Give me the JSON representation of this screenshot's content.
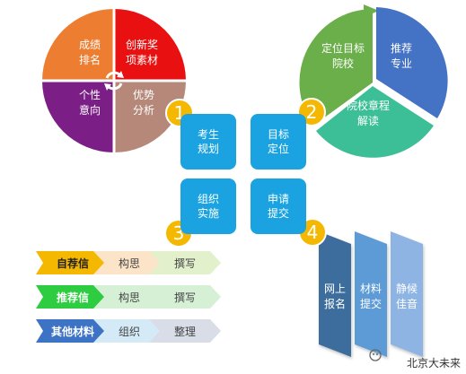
{
  "quad_circle": {
    "segments": [
      {
        "label": "成绩\n排名",
        "color": "#ed7d31"
      },
      {
        "label": "创新奖\n项素材",
        "color": "#e81010"
      },
      {
        "label": "个性\n意向",
        "color": "#7b1f86"
      },
      {
        "label": "优势\n分析",
        "color": "#b5887a"
      }
    ],
    "center_icon": "refresh-arrows-icon"
  },
  "tri_circle": {
    "segments": [
      {
        "label": "定位目标\n院校",
        "color": "#6aaf4a"
      },
      {
        "label": "推荐\n专业",
        "color": "#4472c4"
      },
      {
        "label": "院校章程\n解读",
        "color": "#3cbf96"
      }
    ]
  },
  "tiles": [
    {
      "label": "考生\n规划"
    },
    {
      "label": "目标\n定位"
    },
    {
      "label": "组织\n实施"
    },
    {
      "label": "申请\n提交"
    }
  ],
  "badges": [
    "1",
    "2",
    "3",
    "4"
  ],
  "badge_color": "#f5b800",
  "tile_color": "#1aa3e0",
  "chevron_rows": [
    {
      "steps": [
        "自荐信",
        "构思",
        "撰写"
      ],
      "lead_color": "#f5b800",
      "colors": [
        "#f5b800",
        "#fce4c8",
        "#e2f0cc"
      ]
    },
    {
      "steps": [
        "推荐信",
        "构思",
        "撰写"
      ],
      "lead_color": "#2ecc40",
      "colors": [
        "#2ecc40",
        "#d6f0d6",
        "#d6f0d6"
      ]
    },
    {
      "steps": [
        "其他材料",
        "组织",
        "整理"
      ],
      "lead_color": "#3d73c5",
      "colors": [
        "#3d73c5",
        "#d5eaf7",
        "#d9dde8"
      ]
    }
  ],
  "banners": [
    {
      "label": "网上\n报名",
      "color": "#3e6d9c"
    },
    {
      "label": "材料\n提交",
      "color": "#5b9bd5"
    },
    {
      "label": "静候\n佳音",
      "color": "#8eb4e3"
    }
  ],
  "watermark": {
    "text": "北京大未来",
    "icon": "wechat-icon"
  }
}
